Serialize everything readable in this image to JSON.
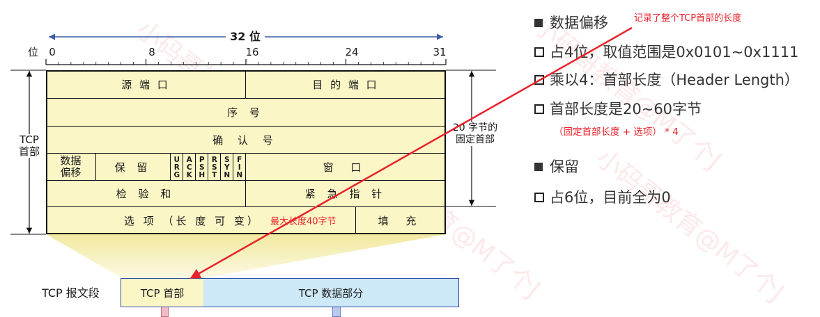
{
  "watermark": "小码哥教育@M了个J",
  "diagram": {
    "ruler": {
      "span_label": "32 位",
      "unit_label": "位",
      "tick_labels": [
        "0",
        "8",
        "16",
        "24",
        "31"
      ]
    },
    "header_side_label": [
      "TCP",
      "首部"
    ],
    "fixed_header_label": [
      "20 字节的",
      "固定首部"
    ],
    "fields": {
      "source_port": "源 端 口",
      "destination_port": "目 的 端 口",
      "sequence_number": "序 号",
      "acknowledgment_number": "确 认 号",
      "data_offset": [
        "数据",
        "偏移"
      ],
      "reserved": "保 留",
      "flags": [
        "URG",
        "ACK",
        "PSH",
        "RST",
        "SYN",
        "FIN"
      ],
      "window": "窗 口",
      "checksum": "检 验 和",
      "urgent_pointer": "紧 急 指 针",
      "options": "选 项 （长 度 可 变）",
      "options_note": "最大长度40字节",
      "padding": "填 充"
    },
    "segment": {
      "label": "TCP 报文段",
      "header_part": "TCP 首部",
      "data_part": "TCP 数据部分"
    },
    "pointer_annotation": "记录了整个TCP首部的长度"
  },
  "notes": {
    "data_offset": {
      "title": "数据偏移",
      "points": [
        "占4位，取值范围是0x0101~0x1111",
        "乘以4：首部长度（Header Length）",
        "首部长度是20~60字节"
      ],
      "formula": "（固定首部长度 + 选项） * 4"
    },
    "reserved": {
      "title": "保留",
      "points": [
        "占6位，目前全为0"
      ]
    }
  },
  "icons": {
    "section_bullet": "filled-square",
    "point_bullet": "hollow-square"
  },
  "colors": {
    "annotation_red": "#e8212a",
    "header_fill": "#fbf6c6",
    "data_part_fill": "#cde8f7",
    "segment_border": "#2d4ea3",
    "note_text": "#333333"
  }
}
